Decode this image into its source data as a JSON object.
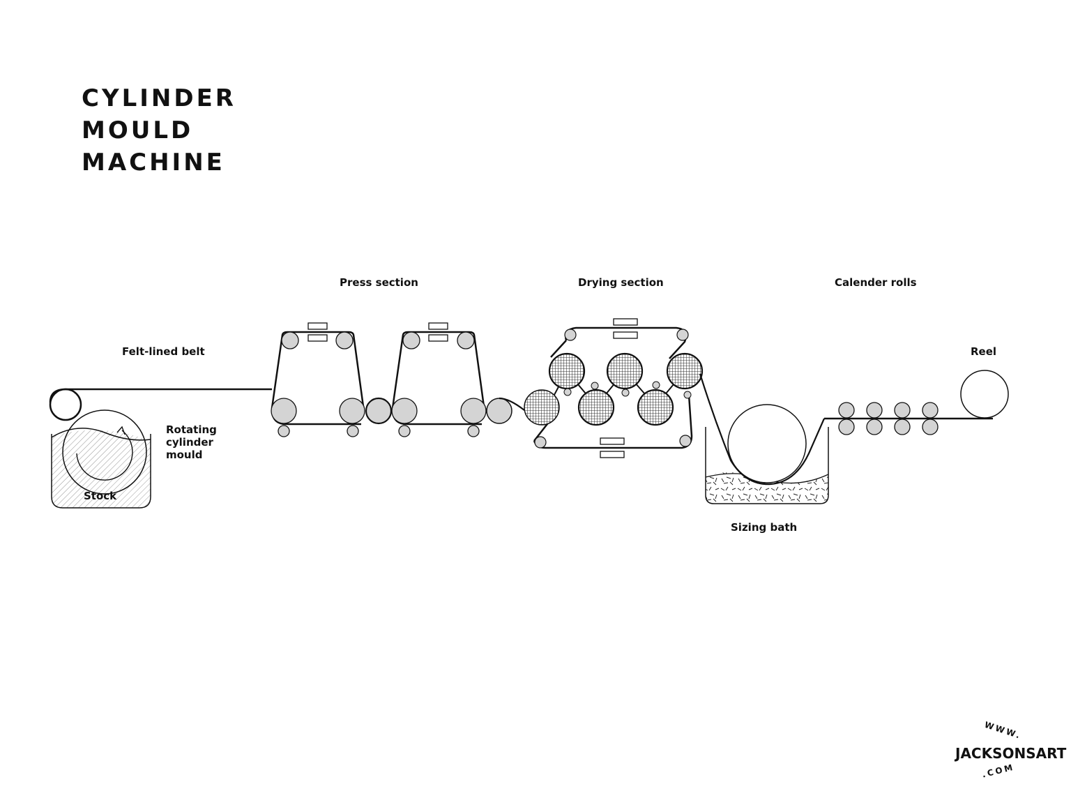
{
  "title": {
    "line1": "CYLINDER",
    "line2": "MOULD",
    "line3": "MACHINE"
  },
  "labels": {
    "felt_belt": "Felt-lined belt",
    "press": "Press section",
    "drying": "Drying section",
    "calender": "Calender rolls",
    "reel": "Reel",
    "rotating_line1": "Rotating",
    "rotating_line2": "cylinder",
    "rotating_line3": "mould",
    "stock": "Stock",
    "sizing": "Sizing bath"
  },
  "logo": {
    "top": "WWW.",
    "main": "JACKSONSART",
    "bottom": ".COM"
  },
  "colors": {
    "line": "#111111",
    "roller_fill": "#d4d4d4",
    "background": "#ffffff"
  },
  "icons": [
    "cylinder-mould-icon",
    "roller-icon",
    "drying-cylinder-icon",
    "reel-icon"
  ]
}
